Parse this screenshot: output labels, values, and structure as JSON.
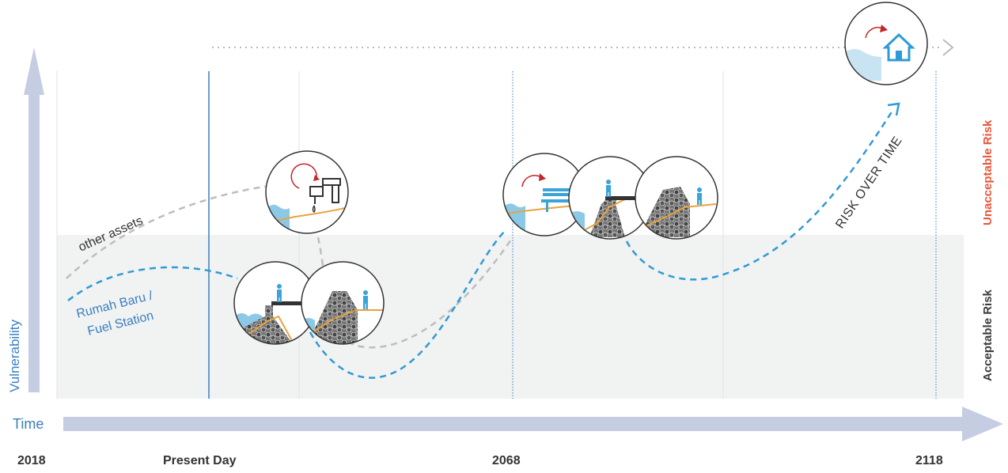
{
  "axes": {
    "x_label": "Time",
    "y_label": "Vulnerability",
    "ticks": [
      "2018",
      "Present Day",
      "2068",
      "2118"
    ]
  },
  "zones": {
    "upper": "Unacceptable Risk",
    "lower": "Acceptable Risk"
  },
  "labels": {
    "other_assets": "other assets",
    "rumah_line1": "Rumah Baru /",
    "rumah_line2": "Fuel Station",
    "risk_over_time": "RISK OVER TIME"
  },
  "colors": {
    "axis": "#c5cde3",
    "blue_line": "#2e9bd6",
    "grey_line": "#bdbdbd",
    "accept_band": "#f1f2f2",
    "unacceptable_text": "#e8563a",
    "acceptable_text": "#3c3c3c",
    "rumah_text": "#3a7fc0",
    "tick_text": "#333333",
    "water": "#8cc9e6",
    "sand": "#e8a33d",
    "rock": "#555555",
    "person": "#3aa3d8",
    "arrow_red": "#c1272d"
  },
  "icons": [
    "water-tap-icon",
    "revetment-icon",
    "bench-icon",
    "house-icon",
    "rock-breakwater-icon"
  ]
}
